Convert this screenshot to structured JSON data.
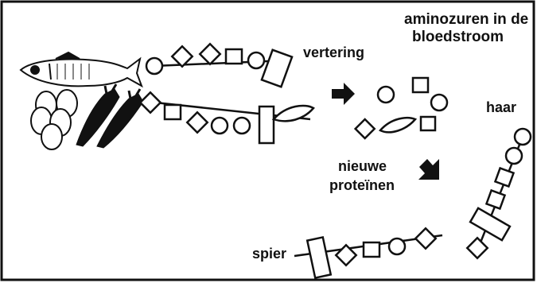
{
  "labels": {
    "amino_line1": "aminozuren in de",
    "amino_line2": "bloedstroom",
    "digestion": "vertering",
    "hair": "haar",
    "new_proteins_line1": "nieuwe",
    "new_proteins_line2": "proteïnen",
    "muscle": "spier"
  },
  "colors": {
    "ink": "#111111",
    "background": "#ffffff"
  },
  "icons": [
    "fish-icon",
    "eggs-icon",
    "chicken-legs-icon",
    "arrow-right-icon",
    "arrow-down-right-icon"
  ]
}
